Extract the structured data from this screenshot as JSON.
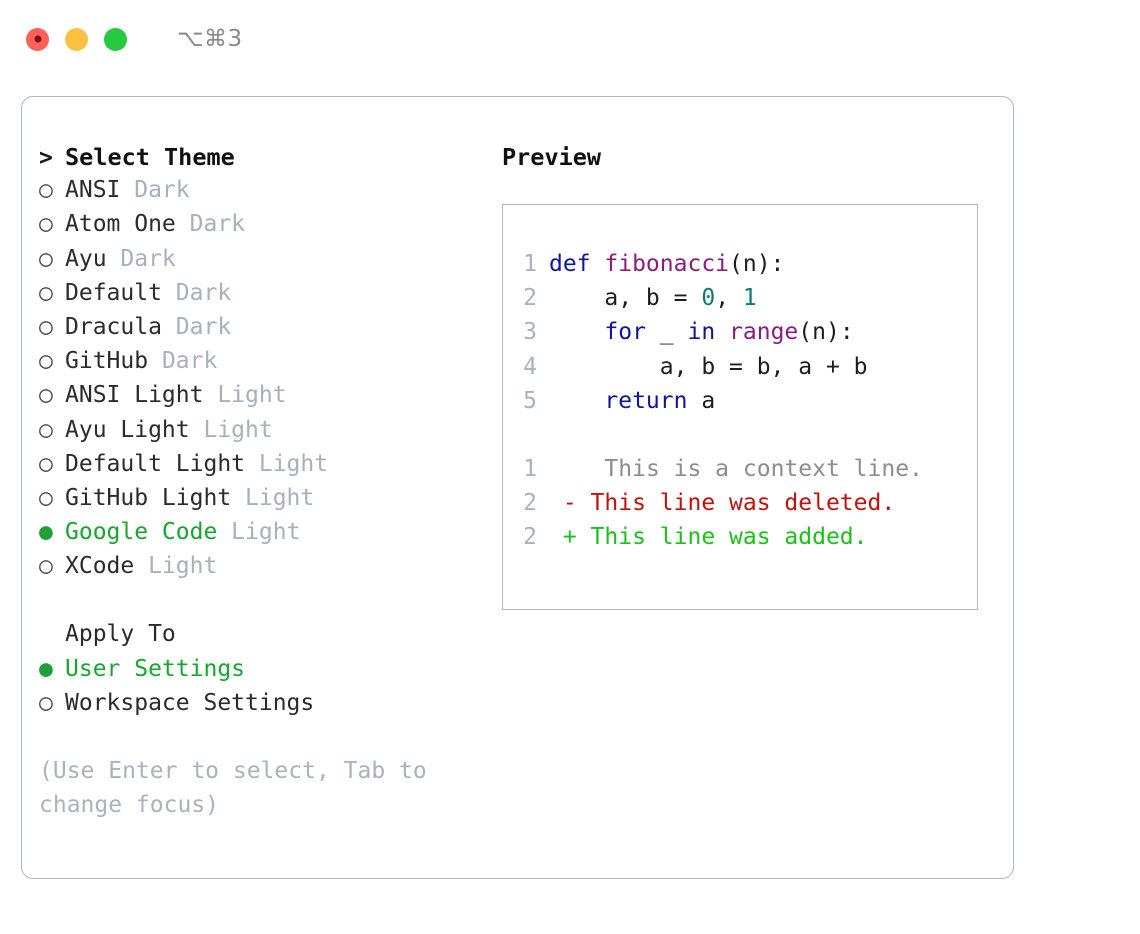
{
  "titlebar": {
    "shortcut": "⌥⌘3",
    "lights": [
      {
        "name": "close",
        "color": "#ff6159"
      },
      {
        "name": "minimize",
        "color": "#fec043"
      },
      {
        "name": "maximize",
        "color": "#27c93f"
      }
    ]
  },
  "theme_picker": {
    "heading_marker": ">",
    "heading": "Select Theme",
    "radio_off": "○",
    "radio_on": "●",
    "items": [
      {
        "name": "ANSI",
        "kind": "Dark",
        "selected": false
      },
      {
        "name": "Atom One",
        "kind": "Dark",
        "selected": false
      },
      {
        "name": "Ayu",
        "kind": "Dark",
        "selected": false
      },
      {
        "name": "Default",
        "kind": "Dark",
        "selected": false
      },
      {
        "name": "Dracula",
        "kind": "Dark",
        "selected": false
      },
      {
        "name": "GitHub",
        "kind": "Dark",
        "selected": false
      },
      {
        "name": "ANSI Light",
        "kind": "Light",
        "selected": false
      },
      {
        "name": "Ayu Light",
        "kind": "Light",
        "selected": false
      },
      {
        "name": "Default Light",
        "kind": "Light",
        "selected": false
      },
      {
        "name": "GitHub Light",
        "kind": "Light",
        "selected": false
      },
      {
        "name": "Google Code",
        "kind": "Light",
        "selected": true
      },
      {
        "name": "XCode",
        "kind": "Light",
        "selected": false
      }
    ]
  },
  "apply_to": {
    "heading": "Apply To",
    "options": [
      {
        "label": "User Settings",
        "selected": true
      },
      {
        "label": "Workspace Settings",
        "selected": false
      }
    ]
  },
  "hint": "(Use Enter to select, Tab to change focus)",
  "preview": {
    "title": "Preview",
    "code_lines": [
      {
        "no": "1",
        "tokens": [
          {
            "t": "def ",
            "c": "kw"
          },
          {
            "t": "fibonacci",
            "c": "fn"
          },
          {
            "t": "(n):",
            "c": "pln"
          }
        ]
      },
      {
        "no": "2",
        "tokens": [
          {
            "t": "    a, b = ",
            "c": "pln"
          },
          {
            "t": "0",
            "c": "num"
          },
          {
            "t": ", ",
            "c": "pln"
          },
          {
            "t": "1",
            "c": "num"
          }
        ]
      },
      {
        "no": "3",
        "tokens": [
          {
            "t": "    ",
            "c": "pln"
          },
          {
            "t": "for",
            "c": "kw"
          },
          {
            "t": " _ ",
            "c": "pln"
          },
          {
            "t": "in",
            "c": "kw"
          },
          {
            "t": " ",
            "c": "pln"
          },
          {
            "t": "range",
            "c": "fn"
          },
          {
            "t": "(n):",
            "c": "pln"
          }
        ]
      },
      {
        "no": "4",
        "tokens": [
          {
            "t": "        a, b = b, a + b",
            "c": "pln"
          }
        ]
      },
      {
        "no": "5",
        "tokens": [
          {
            "t": "    ",
            "c": "pln"
          },
          {
            "t": "return",
            "c": "kw"
          },
          {
            "t": " a",
            "c": "pln"
          }
        ]
      }
    ],
    "diff_lines": [
      {
        "no": "1",
        "marker": " ",
        "text": "  This is a context line.",
        "kind": "ctx"
      },
      {
        "no": "2",
        "marker": "-",
        "text": " This line was deleted.",
        "kind": "del"
      },
      {
        "no": "2",
        "marker": "+",
        "text": " This line was added.",
        "kind": "add"
      }
    ]
  },
  "colors": {
    "accent_green": "#16a72f",
    "muted": "#a8b0bb",
    "border": "#aeb8c4",
    "keyword": "#12139e",
    "function": "#8e1b7c",
    "number": "#0a7a78",
    "diff_delete": "#c1110a",
    "diff_add": "#19c219"
  }
}
